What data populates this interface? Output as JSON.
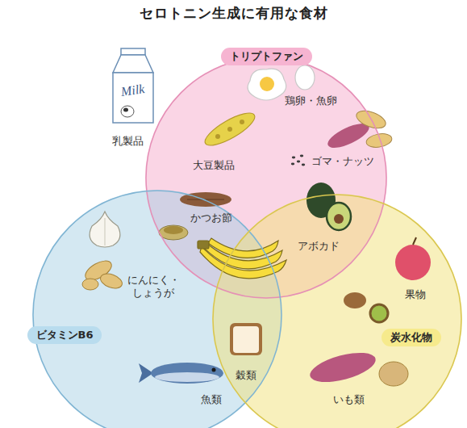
{
  "diagram": {
    "title": "セロトニン生成に有用な食材",
    "nodes": [
      {
        "text": [
          "トリプトファン"
        ]
      },
      {
        "text": [
          "ビタミンB6"
        ]
      },
      {
        "text": [
          "炭水化物"
        ]
      }
    ],
    "labels": [
      "Milk",
      "乳製品",
      "鶏卵・魚卵",
      "大豆製品",
      "ゴマ・ナッツ",
      "かつお節",
      "アボカド",
      "にんにく・しょうが",
      "果物",
      "穀類",
      "魚類",
      "いも類"
    ]
  }
}
